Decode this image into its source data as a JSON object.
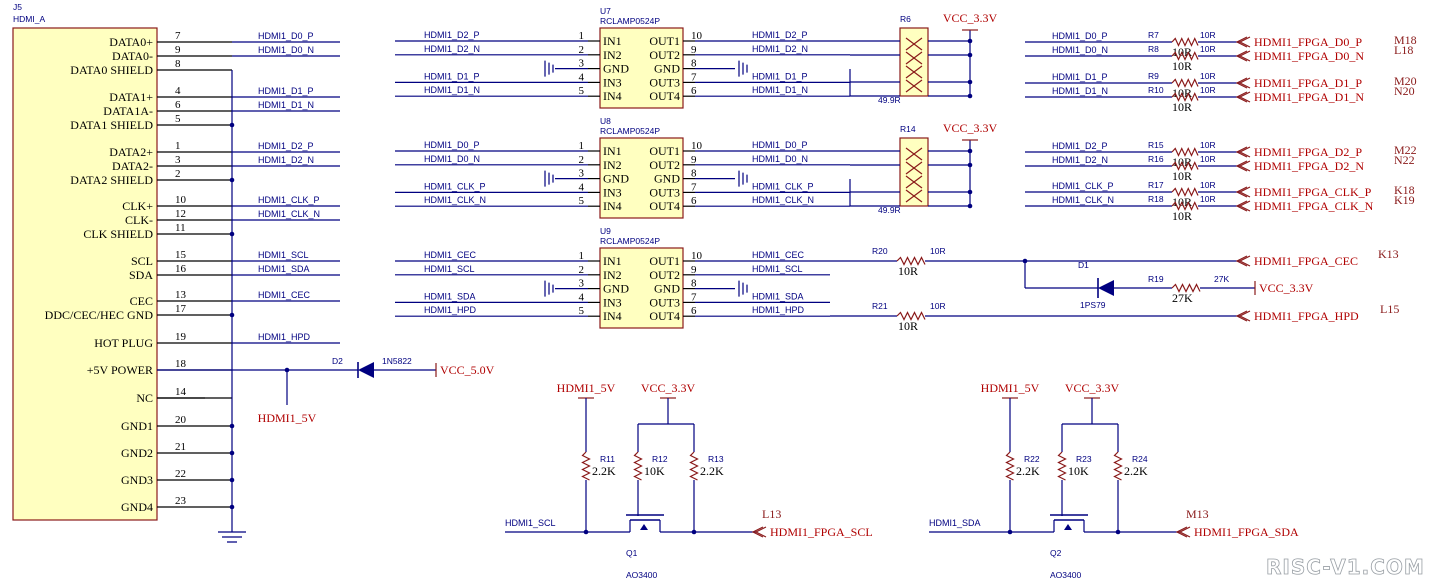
{
  "connector": {
    "ref": "J5",
    "value": "HDMI_A",
    "pins": [
      {
        "num": "7",
        "name": "DATA0+",
        "net": "HDMI1_D0_P"
      },
      {
        "num": "9",
        "name": "DATA0-",
        "net": "HDMI1_D0_N"
      },
      {
        "num": "8",
        "name": "DATA0 SHIELD",
        "net": ""
      },
      {
        "num": "4",
        "name": "DATA1+",
        "net": "HDMI1_D1_P"
      },
      {
        "num": "6",
        "name": "DATA1A-",
        "net": "HDMI1_D1_N"
      },
      {
        "num": "5",
        "name": "DATA1 SHIELD",
        "net": ""
      },
      {
        "num": "1",
        "name": "DATA2+",
        "net": "HDMI1_D2_P"
      },
      {
        "num": "3",
        "name": "DATA2-",
        "net": "HDMI1_D2_N"
      },
      {
        "num": "2",
        "name": "DATA2 SHIELD",
        "net": ""
      },
      {
        "num": "10",
        "name": "CLK+",
        "net": "HDMI1_CLK_P"
      },
      {
        "num": "12",
        "name": "CLK-",
        "net": "HDMI1_CLK_N"
      },
      {
        "num": "11",
        "name": "CLK SHIELD",
        "net": ""
      },
      {
        "num": "15",
        "name": "SCL",
        "net": "HDMI1_SCL"
      },
      {
        "num": "16",
        "name": "SDA",
        "net": "HDMI1_SDA"
      },
      {
        "num": "13",
        "name": "CEC",
        "net": "HDMI1_CEC"
      },
      {
        "num": "17",
        "name": "DDC/CEC/HEC GND",
        "net": ""
      },
      {
        "num": "19",
        "name": "HOT PLUG",
        "net": "HDMI1_HPD"
      },
      {
        "num": "18",
        "name": "+5V POWER",
        "net": ""
      },
      {
        "num": "14",
        "name": "NC",
        "net": ""
      },
      {
        "num": "20",
        "name": "GND1",
        "net": ""
      },
      {
        "num": "21",
        "name": "GND2",
        "net": ""
      },
      {
        "num": "22",
        "name": "GND3",
        "net": ""
      },
      {
        "num": "23",
        "name": "GND4",
        "net": ""
      }
    ]
  },
  "esd_chips": [
    {
      "ref": "U7",
      "value": "RCLAMP0524P",
      "left_pins": [
        {
          "num": "1",
          "name": "IN1",
          "net": "HDMI1_D2_P"
        },
        {
          "num": "2",
          "name": "IN2",
          "net": "HDMI1_D2_N"
        },
        {
          "num": "3",
          "name": "GND",
          "net": ""
        },
        {
          "num": "4",
          "name": "IN3",
          "net": "HDMI1_D1_P"
        },
        {
          "num": "5",
          "name": "IN4",
          "net": "HDMI1_D1_N"
        }
      ],
      "right_pins": [
        {
          "num": "10",
          "name": "OUT1",
          "net": "HDMI1_D2_P"
        },
        {
          "num": "9",
          "name": "OUT2",
          "net": "HDMI1_D2_N"
        },
        {
          "num": "8",
          "name": "GND",
          "net": ""
        },
        {
          "num": "7",
          "name": "OUT3",
          "net": "HDMI1_D1_P"
        },
        {
          "num": "6",
          "name": "OUT4",
          "net": "HDMI1_D1_N"
        }
      ]
    },
    {
      "ref": "U8",
      "value": "RCLAMP0524P",
      "left_pins": [
        {
          "num": "1",
          "name": "IN1",
          "net": "HDMI1_D0_P"
        },
        {
          "num": "2",
          "name": "IN2",
          "net": "HDMI1_D0_N"
        },
        {
          "num": "3",
          "name": "GND",
          "net": ""
        },
        {
          "num": "4",
          "name": "IN3",
          "net": "HDMI1_CLK_P"
        },
        {
          "num": "5",
          "name": "IN4",
          "net": "HDMI1_CLK_N"
        }
      ],
      "right_pins": [
        {
          "num": "10",
          "name": "OUT1",
          "net": "HDMI1_D0_P"
        },
        {
          "num": "9",
          "name": "OUT2",
          "net": "HDMI1_D0_N"
        },
        {
          "num": "8",
          "name": "GND",
          "net": ""
        },
        {
          "num": "7",
          "name": "OUT3",
          "net": "HDMI1_CLK_P"
        },
        {
          "num": "6",
          "name": "OUT4",
          "net": "HDMI1_CLK_N"
        }
      ]
    },
    {
      "ref": "U9",
      "value": "RCLAMP0524P",
      "left_pins": [
        {
          "num": "1",
          "name": "IN1",
          "net": "HDMI1_CEC"
        },
        {
          "num": "2",
          "name": "IN2",
          "net": "HDMI1_SCL"
        },
        {
          "num": "3",
          "name": "GND",
          "net": ""
        },
        {
          "num": "4",
          "name": "IN3",
          "net": "HDMI1_SDA"
        },
        {
          "num": "5",
          "name": "IN4",
          "net": "HDMI1_HPD"
        }
      ],
      "right_pins": [
        {
          "num": "10",
          "name": "OUT1",
          "net": "HDMI1_CEC"
        },
        {
          "num": "9",
          "name": "OUT2",
          "net": "HDMI1_SCL"
        },
        {
          "num": "8",
          "name": "GND",
          "net": ""
        },
        {
          "num": "7",
          "name": "OUT3",
          "net": "HDMI1_SDA"
        },
        {
          "num": "6",
          "name": "OUT4",
          "net": "HDMI1_HPD"
        }
      ]
    }
  ],
  "resnets": [
    {
      "ref": "R6",
      "value": "49.9R",
      "power": "VCC_3.3V"
    },
    {
      "ref": "R14",
      "value": "49.9R",
      "power": "VCC_3.3V"
    }
  ],
  "series_resistors": [
    {
      "ref": "R7",
      "value": "10R",
      "body": "10R",
      "net": "HDMI1_D0_P",
      "port": "HDMI1_FPGA_D0_P",
      "fpga_pin": "M18"
    },
    {
      "ref": "R8",
      "value": "10R",
      "body": "10R",
      "net": "HDMI1_D0_N",
      "port": "HDMI1_FPGA_D0_N",
      "fpga_pin": "L18"
    },
    {
      "ref": "R9",
      "value": "10R",
      "body": "10R",
      "net": "HDMI1_D1_P",
      "port": "HDMI1_FPGA_D1_P",
      "fpga_pin": "M20"
    },
    {
      "ref": "R10",
      "value": "10R",
      "body": "10R",
      "net": "HDMI1_D1_N",
      "port": "HDMI1_FPGA_D1_N",
      "fpga_pin": "N20"
    },
    {
      "ref": "R15",
      "value": "10R",
      "body": "10R",
      "net": "HDMI1_D2_P",
      "port": "HDMI1_FPGA_D2_P",
      "fpga_pin": "M22"
    },
    {
      "ref": "R16",
      "value": "10R",
      "body": "10R",
      "net": "HDMI1_D2_N",
      "port": "HDMI1_FPGA_D2_N",
      "fpga_pin": "N22"
    },
    {
      "ref": "R17",
      "value": "10R",
      "body": "10R",
      "net": "HDMI1_CLK_P",
      "port": "HDMI1_FPGA_CLK_P",
      "fpga_pin": "K18"
    },
    {
      "ref": "R18",
      "value": "10R",
      "body": "10R",
      "net": "HDMI1_CLK_N",
      "port": "HDMI1_FPGA_CLK_N",
      "fpga_pin": "K19"
    }
  ],
  "cec": {
    "r_ref": "R20",
    "r_value": "10R",
    "r_body": "10R",
    "port": "HDMI1_FPGA_CEC",
    "fpga_pin": "K13",
    "diode_ref": "D1",
    "diode_value": "1PS79",
    "pull_ref": "R19",
    "pull_value": "27K",
    "pull_body": "27K",
    "pull_power": "VCC_3.3V"
  },
  "hpd": {
    "r_ref": "R21",
    "r_value": "10R",
    "r_body": "10R",
    "port": "HDMI1_FPGA_HPD",
    "fpga_pin": "L15"
  },
  "power": {
    "diode_ref": "D2",
    "diode_value": "1N5822",
    "out": "VCC_5.0V",
    "net": "HDMI1_5V"
  },
  "level_shifters": [
    {
      "q_ref": "Q1",
      "q_value": "AO3400",
      "pwr_left": "HDMI1_5V",
      "pwr_right": "VCC_3.3V",
      "r": [
        {
          "ref": "R11",
          "value": "2.2K"
        },
        {
          "ref": "R12",
          "value": "10K"
        },
        {
          "ref": "R13",
          "value": "2.2K"
        }
      ],
      "net_in": "HDMI1_SCL",
      "port": "HDMI1_FPGA_SCL",
      "fpga_pin": "L13"
    },
    {
      "q_ref": "Q2",
      "q_value": "AO3400",
      "pwr_left": "HDMI1_5V",
      "pwr_right": "VCC_3.3V",
      "r": [
        {
          "ref": "R22",
          "value": "2.2K"
        },
        {
          "ref": "R23",
          "value": "10K"
        },
        {
          "ref": "R24",
          "value": "2.2K"
        }
      ],
      "net_in": "HDMI1_SDA",
      "port": "HDMI1_FPGA_SDA",
      "fpga_pin": "M13"
    }
  ],
  "watermark": "RISC-V1.COM",
  "colors": {
    "wire": "#000080",
    "power": "#b00000",
    "body": "#ffffc0",
    "outline": "#8a1a1a"
  }
}
